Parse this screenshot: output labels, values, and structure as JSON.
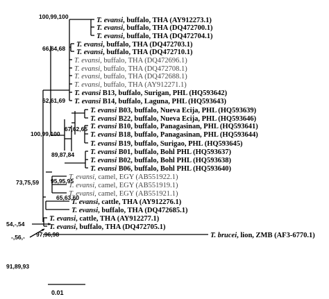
{
  "taxa": [
    {
      "species": "T. evansi",
      "rest": ", buffalo, THA (AY912273.1)",
      "bold": true
    },
    {
      "species": "T. evansi",
      "rest": ", buffalo, THA (DQ472700.1)",
      "bold": true
    },
    {
      "species": "T. evansi",
      "rest": ", buffalo, THA (DQ472704.1)",
      "bold": true
    },
    {
      "species": "T. evansi",
      "rest": ", buffalo, THA (DQ472703.1)",
      "bold": true
    },
    {
      "species": "T. evansi",
      "rest": ", buffalo, THA (DQ472710.1)",
      "bold": true
    },
    {
      "species": "T. evansi",
      "rest": ", buffalo, THA (DQ472696.1)",
      "bold": false
    },
    {
      "species": "T. evansi",
      "rest": ", buffalo, THA (DQ472708.1)",
      "bold": false
    },
    {
      "species": "T. evansi",
      "rest": ", buffalo, THA (DQ472688.1)",
      "bold": false
    },
    {
      "species": "T. evansi",
      "rest": ", buffalo, THA (AY912271.1)",
      "bold": false
    },
    {
      "species": "T. evansi",
      "rest": " B13, buffalo, Surigan, PHL (HQ593642)",
      "bold": true
    },
    {
      "species": "T. evansi",
      "rest": " B14, buffalo, Laguna, PHL (HQ593643)",
      "bold": true
    },
    {
      "species": "T. evansi",
      "rest": " B03, buffalo, Nueva Ecija, PHL (HQ593639)",
      "bold": true
    },
    {
      "species": "T. evansi",
      "rest": " B22, buffalo, Nueva Ecija, PHL (HQ593646)",
      "bold": true
    },
    {
      "species": "T. evansi",
      "rest": " B10, buffalo, Panagasinan, PHL (HQ593641)",
      "bold": true
    },
    {
      "species": "T. evansi",
      "rest": " B18, buffalo, Panagasinan, PHL (HQ593644)",
      "bold": true
    },
    {
      "species": "T. evansi",
      "rest": " B19, buffalo, Surigao, PHL (HQ593645)",
      "bold": true
    },
    {
      "species": "T. evansi",
      "rest": " B01, buffalo, Bohl PHL (HQ593637)",
      "bold": true
    },
    {
      "species": "T. evansi",
      "rest": " B02, buffalo, Bohl PHL (HQ593638)",
      "bold": true
    },
    {
      "species": "T. evansi",
      "rest": " B06, buffalo, Bohl PHL (HQ593640)",
      "bold": true
    },
    {
      "species": "T. evansi",
      "rest": ", camel, EGY (AB551922.1)",
      "bold": false
    },
    {
      "species": "T. evansi",
      "rest": ", camel, EGY (AB551919.1)",
      "bold": false
    },
    {
      "species": "T. evansi",
      "rest": ", camel, EGY (AB551921.1)",
      "bold": false
    },
    {
      "species": "T. evansi",
      "rest": ", cattle, THA (AY912276.1)",
      "bold": true
    },
    {
      "species": "T. evansi",
      "rest": ", buffalo, THA (DQ472685.1)",
      "bold": true
    },
    {
      "species": "T. evansi",
      "rest": ", cattle, THA (AY912277.1)",
      "bold": true
    },
    {
      "species": "T. evansi",
      "rest": ", buffalo, THA (DQ472705.1)",
      "bold": true
    },
    {
      "species": "T. brucei",
      "rest": ", lion, ZMB (AF3-6770.1)",
      "bold": true
    }
  ],
  "bootstrap": [
    "100,99,100",
    "66,64,68",
    "62,61,69",
    "100,99,100",
    "67,62,65",
    "89,87,84",
    "95,95,95",
    "65,63,60",
    "73,75,59",
    "54,-,54",
    "-,56,-",
    "97,96,98",
    "91,89,93"
  ],
  "scale_label": "0.01"
}
